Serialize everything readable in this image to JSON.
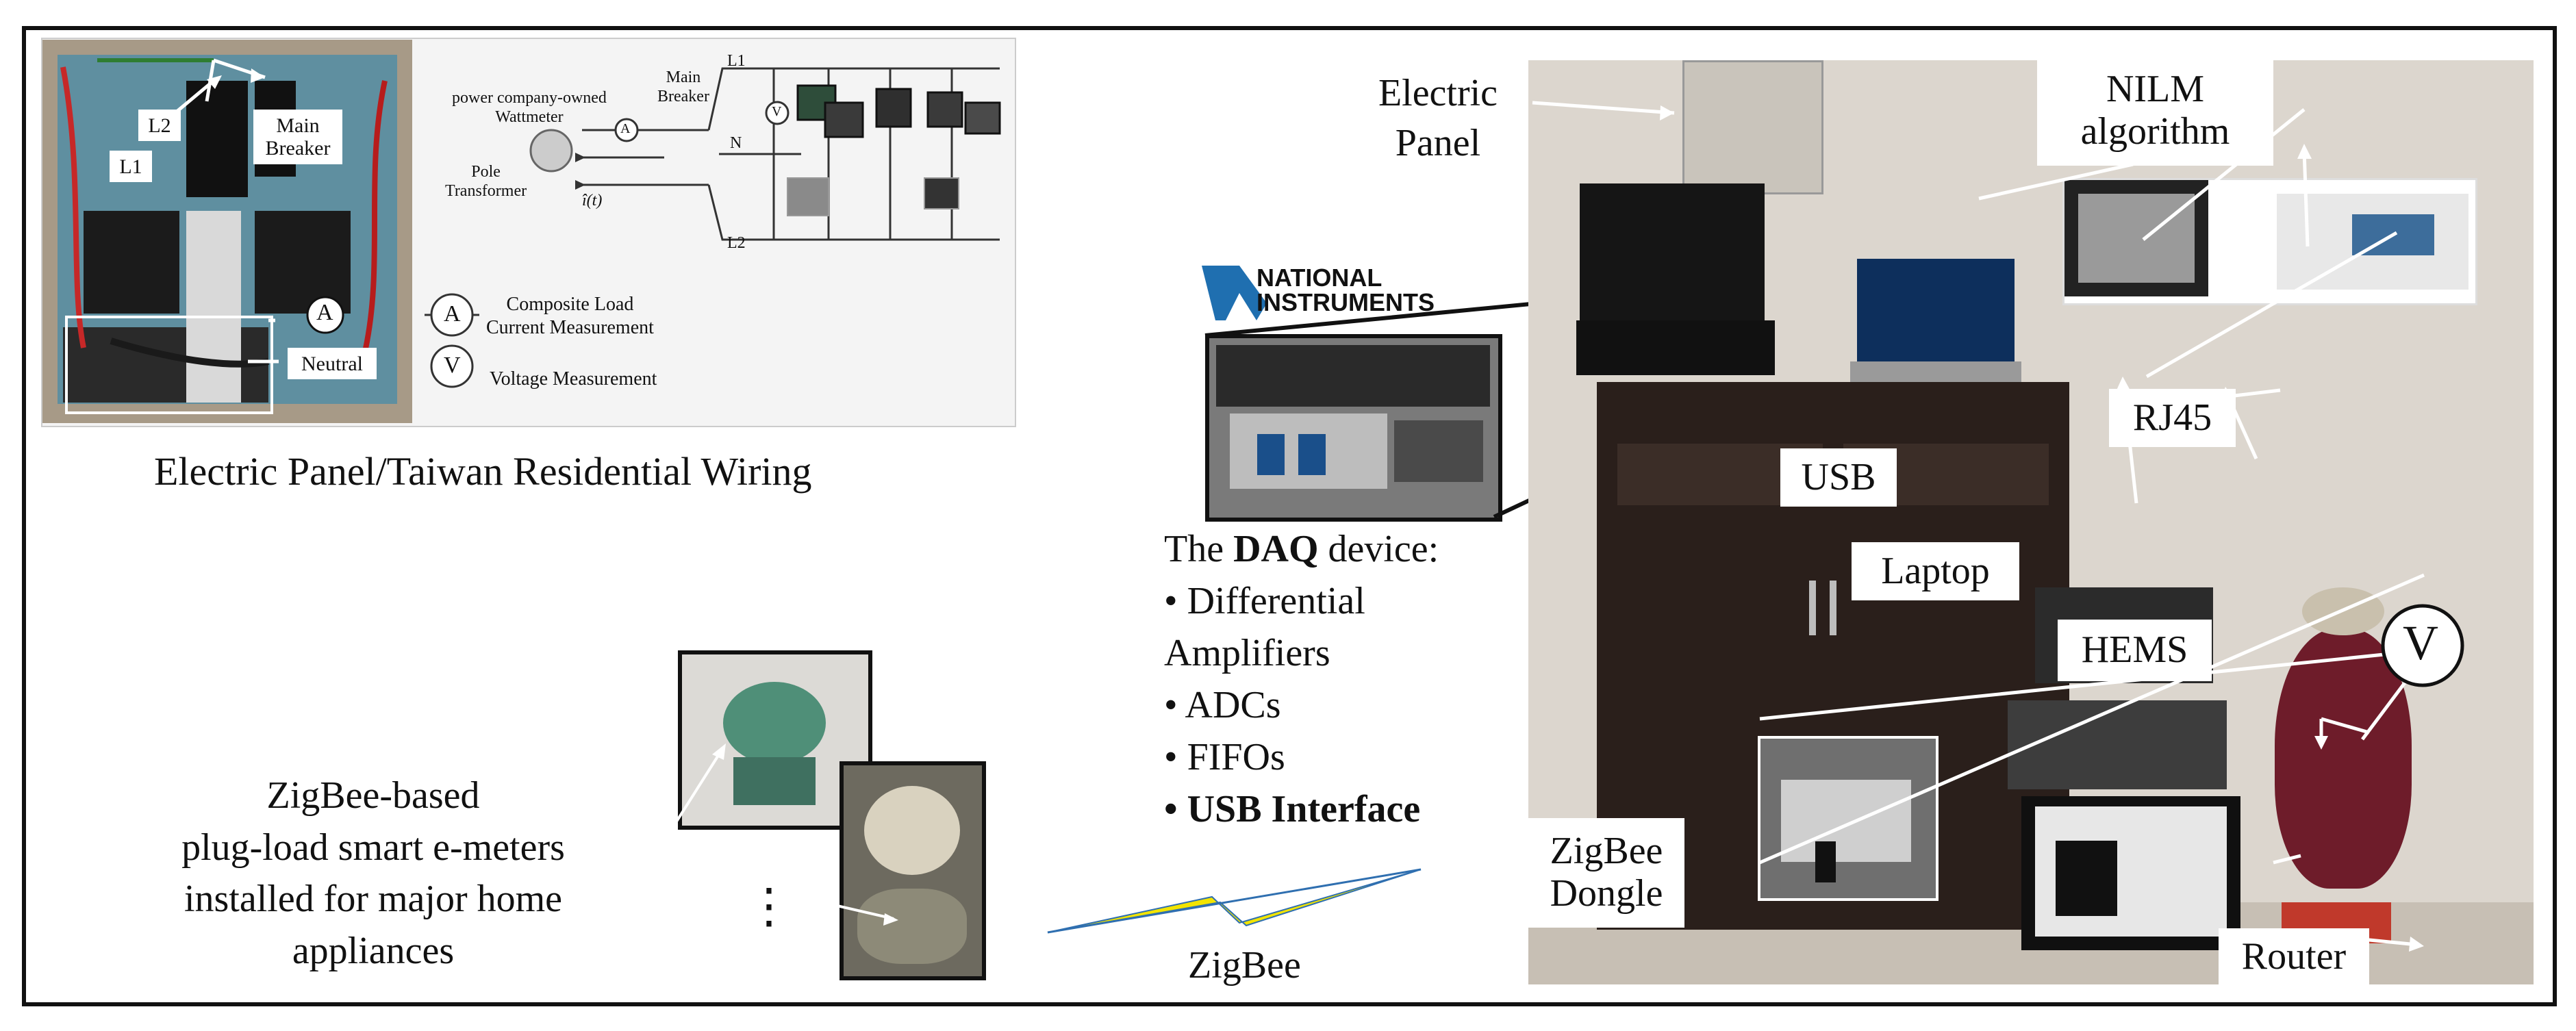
{
  "panel_inset": {
    "labels": {
      "l2": "L2",
      "l1": "L1",
      "main_breaker": "Main\nBreaker",
      "neutral": "Neutral",
      "a_symbol": "A"
    },
    "schematic": {
      "wattmeter": "power company-owned\nWattmeter",
      "main_breaker": "Main\nBreaker",
      "l1": "L1",
      "l2": "L2",
      "n": "N",
      "pole_transformer": "Pole\nTransformer",
      "current": "î(t)",
      "a_symbol": "A",
      "v_symbol": "V"
    },
    "legend": {
      "composite": "Composite Load\nCurrent Measurement",
      "voltage": "Voltage Measurement",
      "a_symbol": "A",
      "v_symbol": "V"
    },
    "caption": "Electric Panel/Taiwan Residential Wiring"
  },
  "zigbee_meters": {
    "caption": "ZigBee-based\nplug-load smart e-meters\ninstalled for major home\nappliances",
    "ellipsis": "⋮"
  },
  "ni_logo": {
    "text": "NATIONAL\nINSTRUMENTS"
  },
  "daq": {
    "lead": "The ",
    "bold": "DAQ",
    "tail": " device:",
    "items": [
      "• Differential",
      "Amplifiers",
      "• ADCs",
      "• FIFOs"
    ],
    "last_item": "• USB Interface"
  },
  "zigbee_link": {
    "label": "ZigBee"
  },
  "photo_labels": {
    "electric_panel": "Electric\nPanel",
    "nilm": "NILM\nalgorithm",
    "usb": "USB",
    "laptop": "Laptop",
    "rj45": "RJ45",
    "hems": "HEMS",
    "zigbee_dongle": "ZigBee\nDongle",
    "router": "Router",
    "v_symbol": "V"
  },
  "colors": {
    "frame": "#111111",
    "wall": "#dcd6ce",
    "cabinet": "#2a1f1b",
    "bolt": "#f2e400"
  }
}
